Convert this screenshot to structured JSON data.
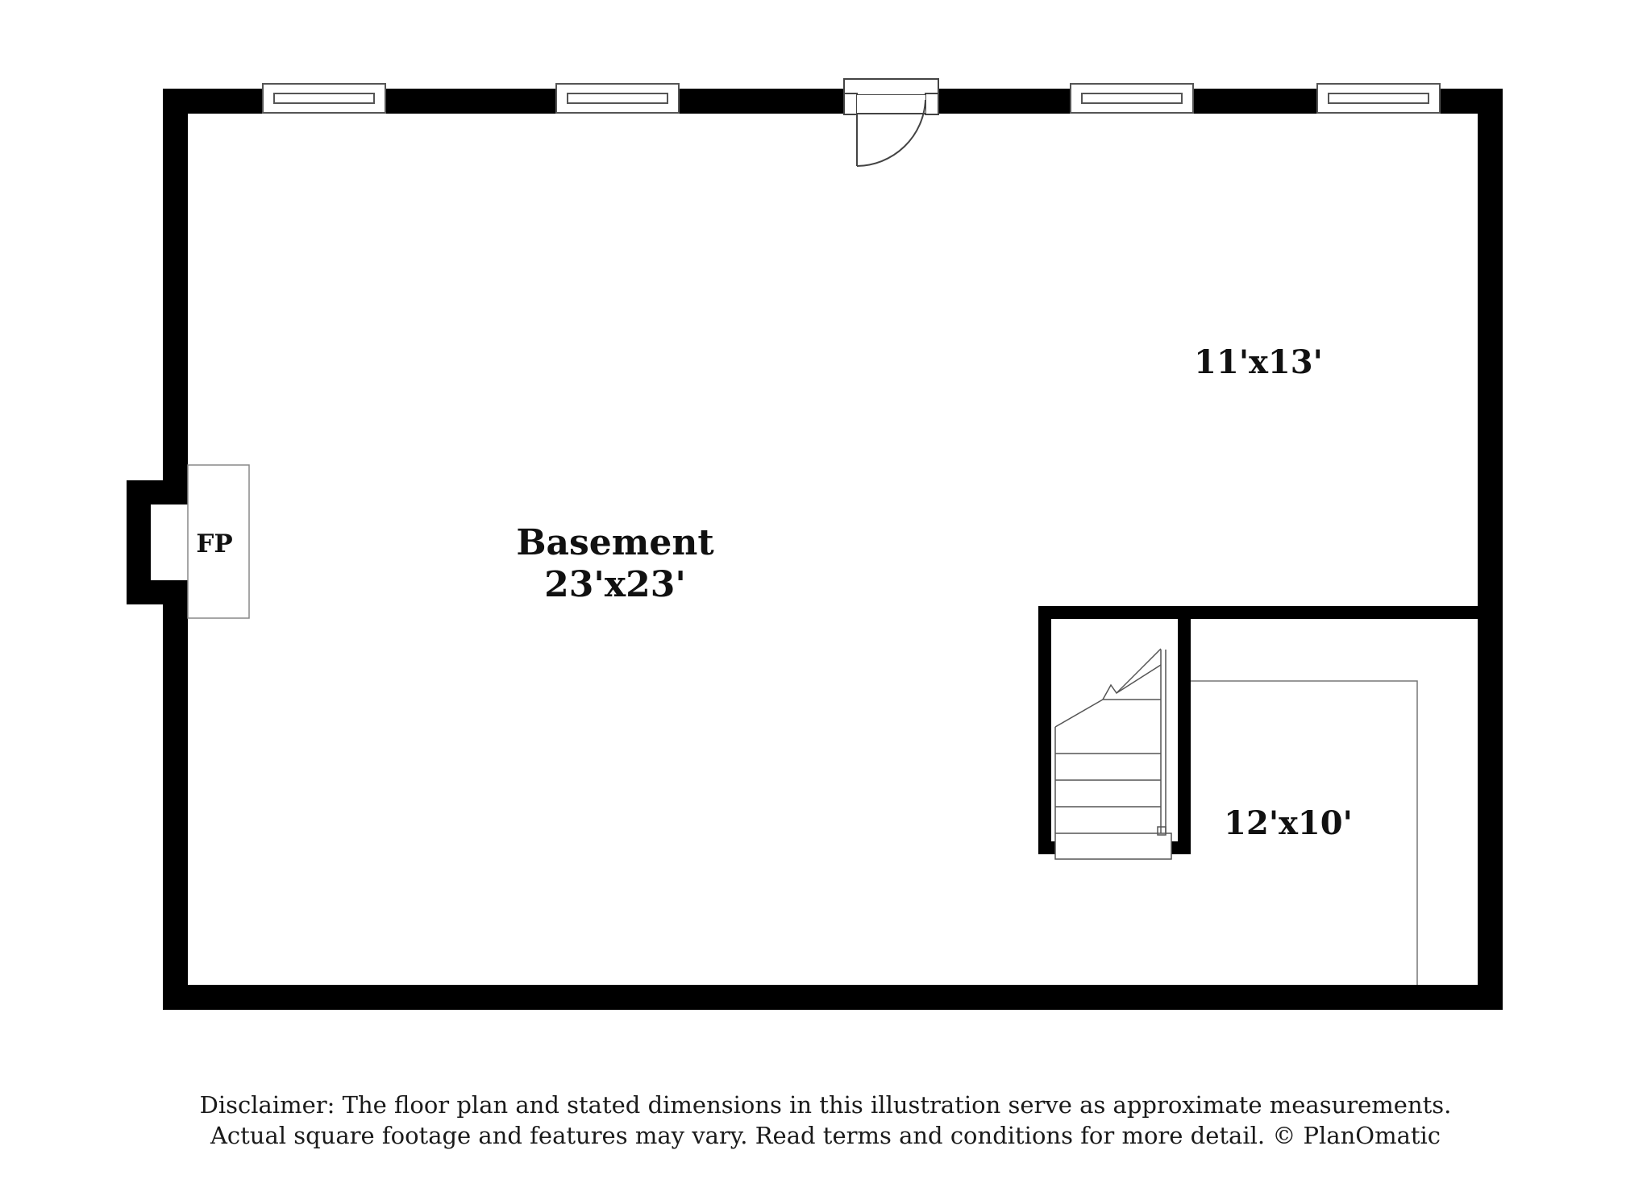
{
  "rooms": {
    "basement": {
      "name": "Basement",
      "dims": "23'x23'"
    },
    "room_upper_right": {
      "dims": "11'x13'"
    },
    "room_lower_right": {
      "dims": "12'x10'"
    },
    "fireplace": {
      "label": "FP"
    }
  },
  "disclaimer": {
    "line1": "Disclaimer: The floor plan and stated dimensions in this illustration serve as approximate measurements.",
    "line2": "Actual square footage and features may vary. Read terms and conditions for more detail. © PlanOmatic"
  },
  "colors": {
    "wall": "#000000",
    "background": "#ffffff",
    "line": "#555555"
  }
}
